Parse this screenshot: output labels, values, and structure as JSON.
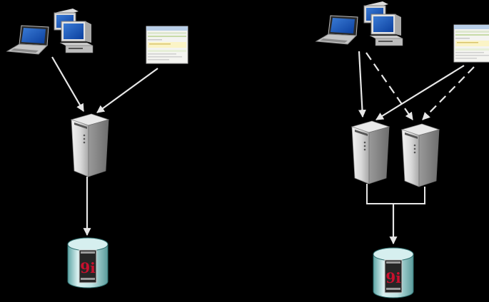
{
  "colors": {
    "background": "#000000",
    "arrow": "#e6e6e6",
    "db_label": "#c8102e"
  },
  "diagrams": [
    {
      "id": "single-server",
      "clients": [
        "laptop",
        "desktop-computers",
        "web-browser-window"
      ],
      "servers": 1,
      "database_label": "9i"
    },
    {
      "id": "clustered-servers",
      "clients": [
        "laptop",
        "desktop-computers",
        "web-browser-window"
      ],
      "servers": 2,
      "failover_links": "dashed",
      "database_label": "9i"
    }
  ]
}
